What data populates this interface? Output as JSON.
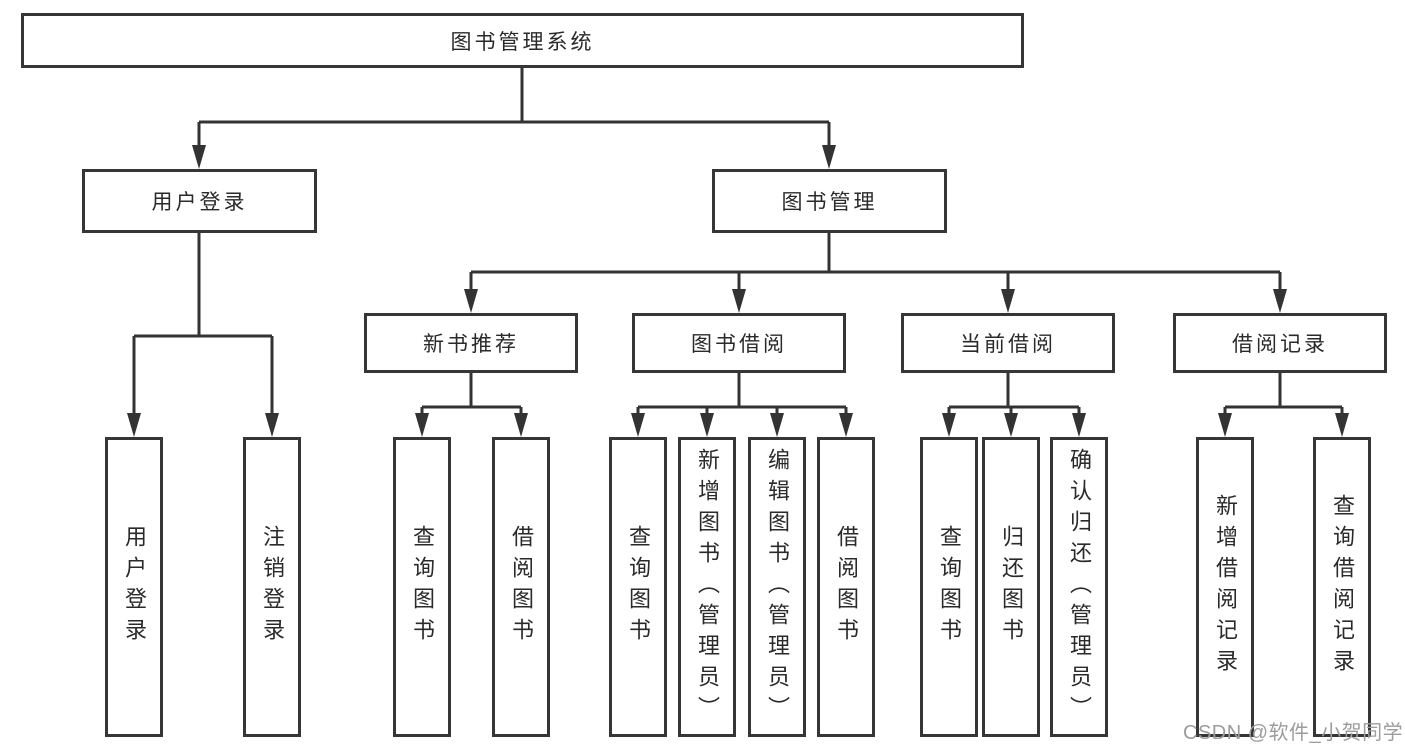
{
  "diagram": {
    "root": "图书管理系统",
    "branches": [
      {
        "label": "用户登录",
        "children": [
          "用户登录",
          "注销登录"
        ]
      },
      {
        "label": "图书管理",
        "groups": [
          {
            "label": "新书推荐",
            "children": [
              "查询图书",
              "借阅图书"
            ]
          },
          {
            "label": "图书借阅",
            "children": [
              "查询图书",
              "新增图书（管理员）",
              "编辑图书（管理员）",
              "借阅图书"
            ]
          },
          {
            "label": "当前借阅",
            "children": [
              "查询图书",
              "归还图书",
              "确认归还（管理员）"
            ]
          },
          {
            "label": "借阅记录",
            "children": [
              "新增借阅记录",
              "查询借阅记录"
            ]
          }
        ]
      }
    ]
  },
  "watermark": "CSDN @软件_小贺同学",
  "colors": {
    "line": "#333333",
    "box_border": "#363636",
    "text": "#2a2a2a",
    "watermark": "#9c9c9c",
    "background": "#ffffff"
  }
}
